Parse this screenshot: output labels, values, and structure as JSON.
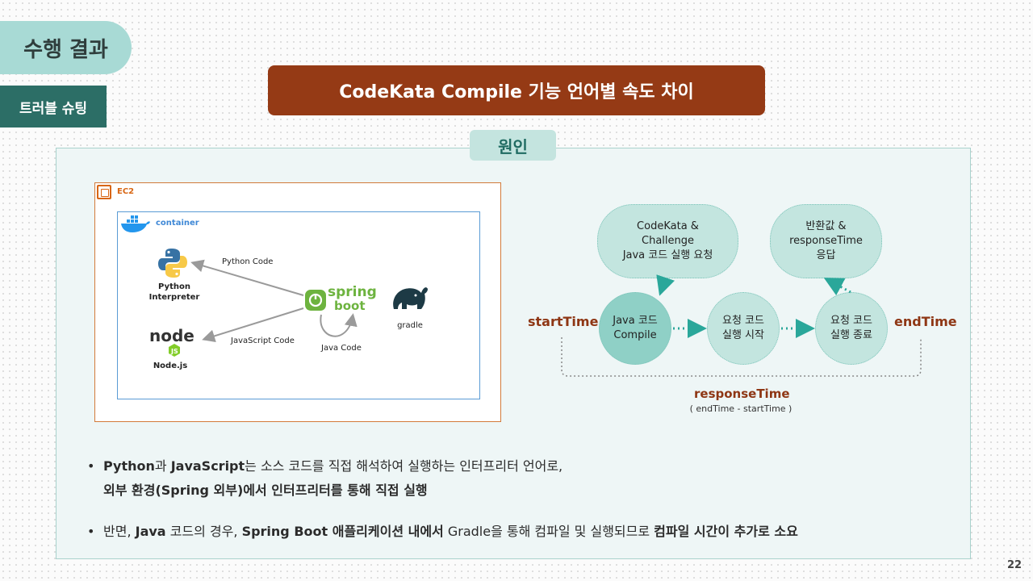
{
  "section": {
    "main_tab": "수행 결과",
    "sub_tab": "트러블 슈팅"
  },
  "title": "CodeKata Compile 기능 언어별 속도 차이",
  "cause_label": "원인",
  "architecture": {
    "ec2_label": "EC2",
    "container_label": "container",
    "python_label_line1": "Python",
    "python_label_line2": "Interpreter",
    "node_label": "Node.js",
    "spring_label_line1": "spring",
    "spring_label_line2": "boot",
    "gradle_label": "gradle",
    "python_code": "Python Code",
    "javascript_code": "JavaScript Code",
    "java_code": "Java Code"
  },
  "flow": {
    "request_cloud": [
      "CodeKata &",
      "Challenge",
      "Java 코드 실행 요청"
    ],
    "response_cloud": [
      "반환값 &",
      "responseTime",
      "응답"
    ],
    "step1": [
      "Java 코드",
      "Compile"
    ],
    "step2": [
      "요청 코드",
      "실행 시작"
    ],
    "step3": [
      "요청 코드",
      "실행 종료"
    ],
    "start_time": "startTime",
    "end_time": "endTime",
    "response_time": "responseTime",
    "response_formula": "( endTime - startTime )"
  },
  "bullets": {
    "b1_python": "Python",
    "b1_and": "과 ",
    "b1_js": "JavaScript",
    "b1_rest": "는 소스 코드를 직접 해석하여 실행하는 인터프리터 언어로,",
    "b1_line2": "외부 환경(Spring 외부)에서 인터프리터를 통해 직접 실행",
    "b2_intro": "반면, ",
    "b2_java": "Java",
    "b2_case": " 코드의 경우, ",
    "b2_spring": "Spring Boot 애플리케이션 내에서",
    "b2_gradle": " Gradle을 통해 컴파일 및 실행되므로 ",
    "b2_end": "컴파일 시간이 추가로 소요"
  },
  "page_number": "22",
  "colors": {
    "title_bg": "#953a15",
    "accent_teal": "#2c6e66",
    "tab_mint": "#a8dad5",
    "time_label": "#8e3614"
  }
}
